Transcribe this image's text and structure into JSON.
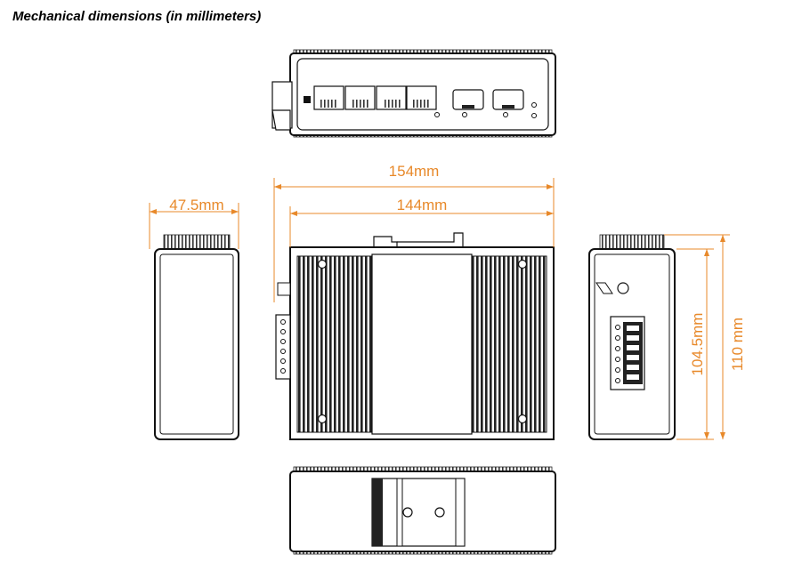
{
  "heading": "Mechanical dimensions (in millimeters)",
  "dimensions": {
    "overall_width": "154mm",
    "body_width": "144mm",
    "depth": "47.5mm",
    "body_height": "104.5mm",
    "overall_height": "110 mm"
  },
  "colors": {
    "dimension": "#e8892a",
    "outline": "#1a1a1a",
    "fill_dark": "#222222"
  }
}
